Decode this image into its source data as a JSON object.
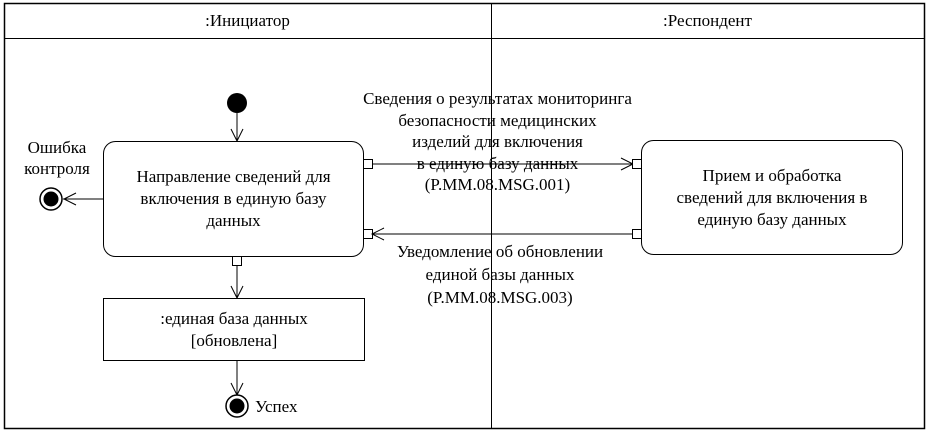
{
  "swimlanes": [
    {
      "label": ":Инициатор"
    },
    {
      "label": ":Респондент"
    }
  ],
  "nodes": {
    "initiator_activity": {
      "lines": [
        "Направление сведений для",
        "включения в единую базу",
        "данных"
      ]
    },
    "respondent_activity": {
      "lines": [
        "Прием и обработка",
        "сведений для включения в",
        "единую базу данных"
      ]
    },
    "object_node": {
      "lines": [
        ":единая база данных",
        "[обновлена]"
      ]
    },
    "final_error": {
      "label_lines": [
        "Ошибка",
        "контроля"
      ]
    },
    "final_success": {
      "label": "Успех"
    }
  },
  "messages": {
    "request": {
      "lines": [
        "Сведения о результатах мониторинга",
        "безопасности медицинских",
        "изделий для включения",
        "в единую базу данных",
        "(P.MM.08.MSG.001)"
      ]
    },
    "notification": {
      "lines": [
        "Уведомление об обновлении",
        "единой базы данных",
        "(P.MM.08.MSG.003)"
      ]
    }
  },
  "colors": {
    "stroke": "#000000",
    "background": "#ffffff"
  }
}
